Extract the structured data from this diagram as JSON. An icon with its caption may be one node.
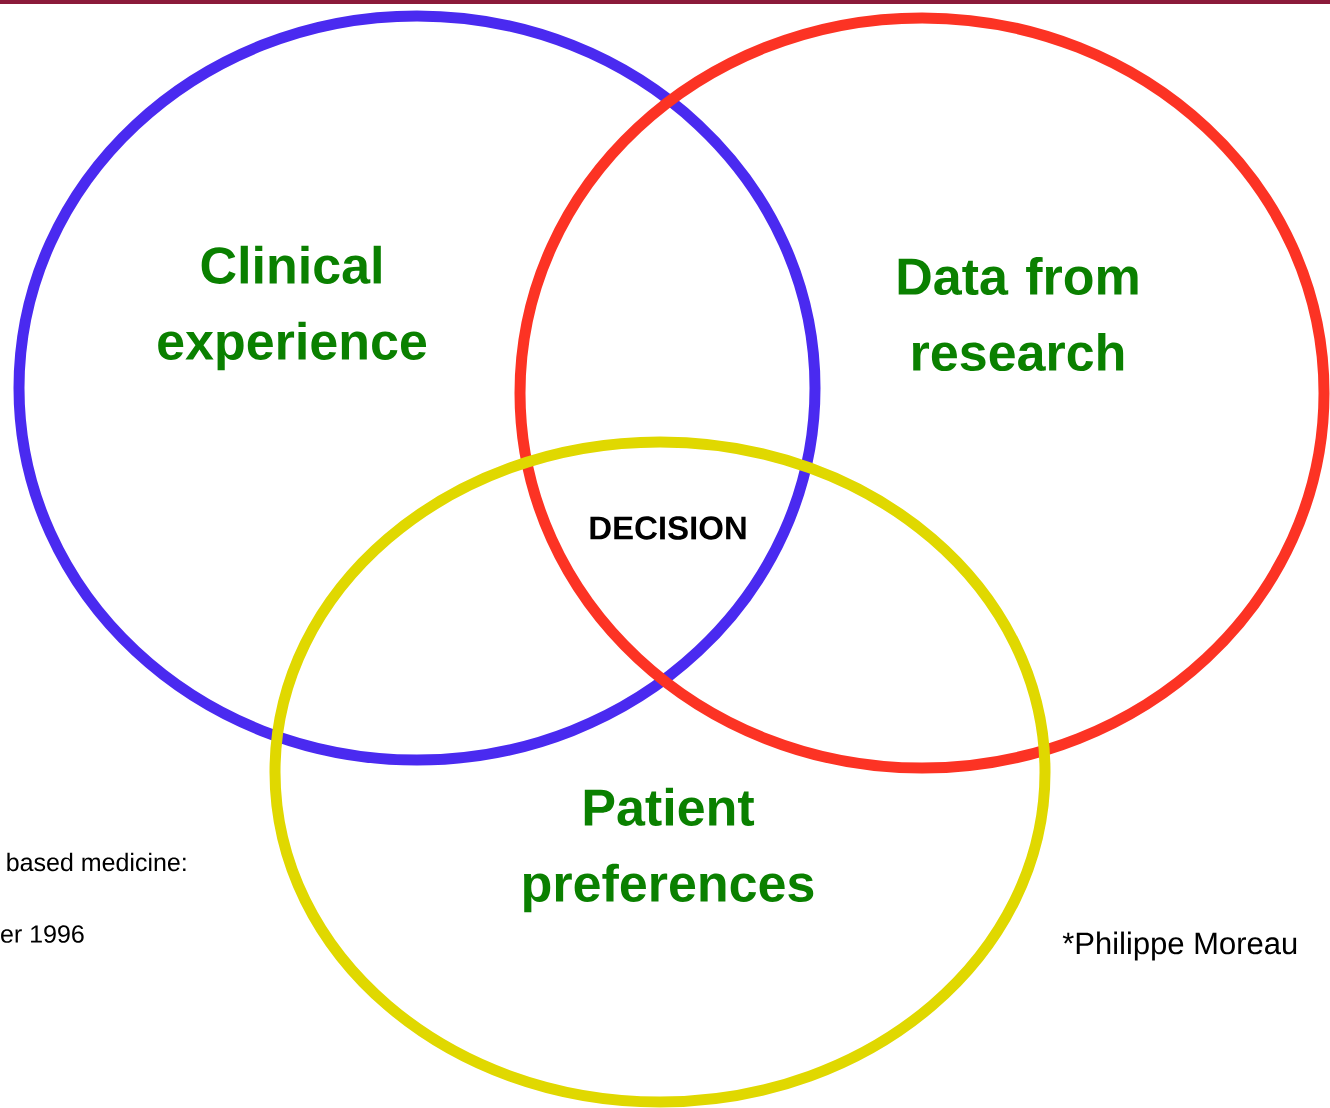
{
  "diagram": {
    "nodes": [
      {
        "text": [
          "Clinical experience"
        ]
      },
      {
        "text": [
          "Data from research"
        ]
      },
      {
        "text": [
          "Patient preferences"
        ]
      }
    ],
    "edges": [],
    "labels": [
      "DECISION",
      "based medicine:",
      "er 1996",
      "*Philippe Moreau"
    ]
  }
}
